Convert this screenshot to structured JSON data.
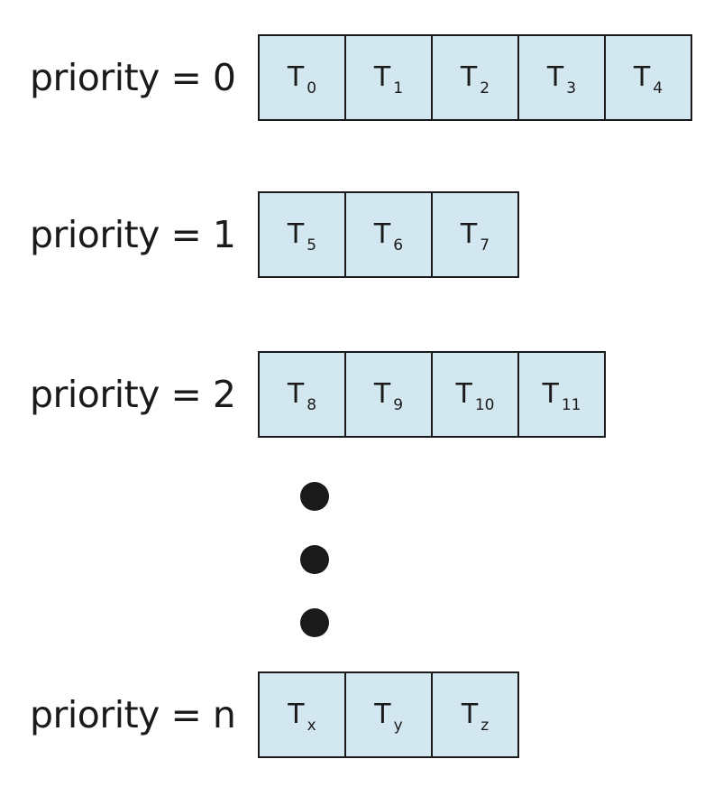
{
  "queues": [
    {
      "label": "priority = 0",
      "threads": [
        {
          "base": "T",
          "sub": "0"
        },
        {
          "base": "T",
          "sub": "1"
        },
        {
          "base": "T",
          "sub": "2"
        },
        {
          "base": "T",
          "sub": "3"
        },
        {
          "base": "T",
          "sub": "4"
        }
      ]
    },
    {
      "label": "priority = 1",
      "threads": [
        {
          "base": "T",
          "sub": "5"
        },
        {
          "base": "T",
          "sub": "6"
        },
        {
          "base": "T",
          "sub": "7"
        }
      ]
    },
    {
      "label": "priority = 2",
      "threads": [
        {
          "base": "T",
          "sub": "8"
        },
        {
          "base": "T",
          "sub": "9"
        },
        {
          "base": "T",
          "sub": "10"
        },
        {
          "base": "T",
          "sub": "11"
        }
      ]
    },
    {
      "label": "priority = n",
      "threads": [
        {
          "base": "T",
          "sub": "x"
        },
        {
          "base": "T",
          "sub": "y"
        },
        {
          "base": "T",
          "sub": "z"
        }
      ]
    }
  ],
  "colors": {
    "cell_fill": "#d3e7f1",
    "stroke": "#1a1a1a"
  },
  "ellipsis_icon": "vertical-ellipsis-dots"
}
